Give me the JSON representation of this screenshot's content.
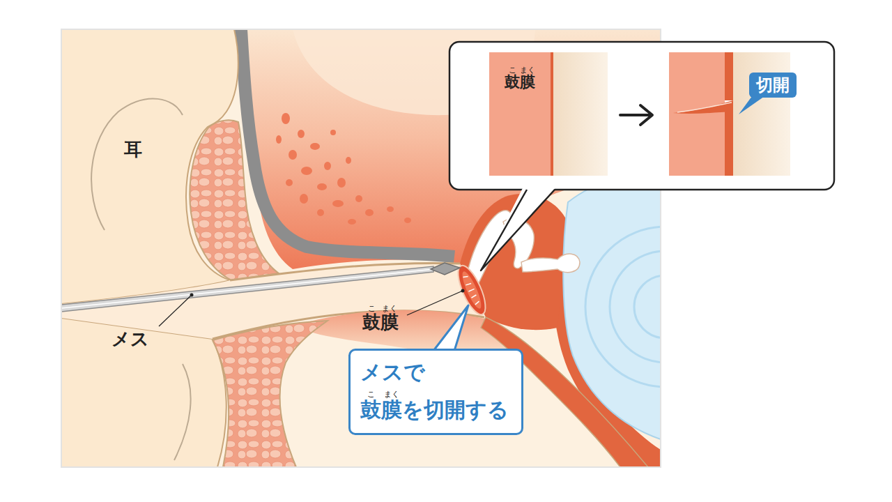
{
  "diagram": {
    "nodes": [
      {
        "text": [
          "鼓膜"
        ]
      },
      {
        "text": [
          "切開"
        ]
      },
      {
        "text": [
          "メスで 鼓膜を切開する"
        ]
      }
    ],
    "labels": [
      "こ",
      "まく",
      "耳",
      "こ",
      "まく",
      "鼓膜",
      "メス",
      "こ",
      "まく"
    ]
  }
}
